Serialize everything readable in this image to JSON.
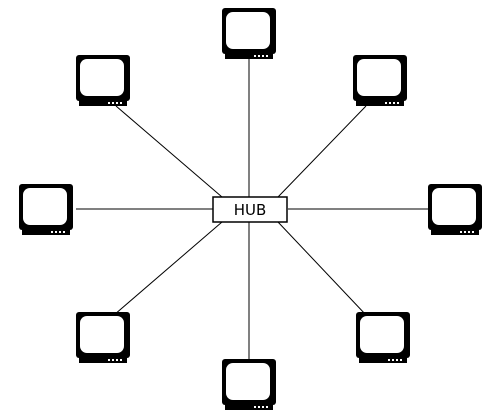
{
  "hub": {
    "label": "HUB"
  },
  "nodes": [
    {
      "id": "top",
      "icon": "computer-monitor-icon"
    },
    {
      "id": "top-right",
      "icon": "computer-monitor-icon"
    },
    {
      "id": "right",
      "icon": "computer-monitor-icon"
    },
    {
      "id": "bottom-right",
      "icon": "computer-monitor-icon"
    },
    {
      "id": "bottom",
      "icon": "computer-monitor-icon"
    },
    {
      "id": "bottom-left",
      "icon": "computer-monitor-icon"
    },
    {
      "id": "left",
      "icon": "computer-monitor-icon"
    },
    {
      "id": "top-left",
      "icon": "computer-monitor-icon"
    }
  ],
  "colors": {
    "line": "#000000",
    "background": "#ffffff"
  }
}
